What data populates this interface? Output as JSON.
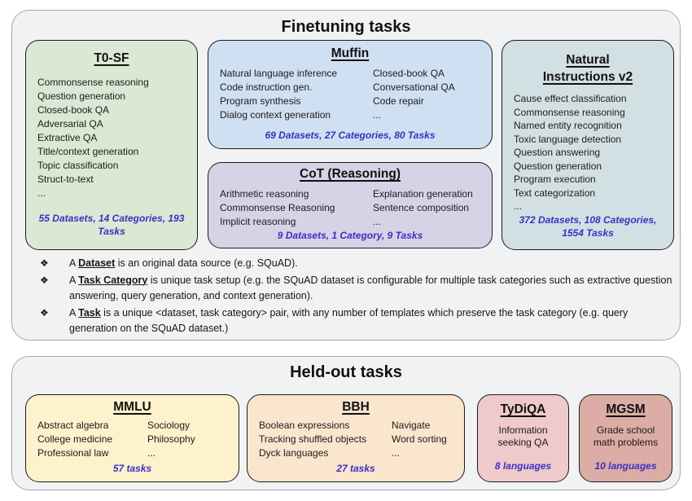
{
  "colors": {
    "stats_text": "#3a2fc5",
    "panel_bg": "#f1f2f3",
    "t0sf_bg": "#dbe8d4",
    "muffin_bg": "#cfe0f2",
    "cot_bg": "#d8d2e7",
    "niv2_bg": "#d3e0e3",
    "mmlu_bg": "#fdf2cb",
    "bbh_bg": "#fae5cd",
    "tydiqa_bg": "#eecaca",
    "mgsm_bg": "#dbada4"
  },
  "finetuning": {
    "title": "Finetuning tasks",
    "t0sf": {
      "title": "T0-SF",
      "items": [
        "Commonsense reasoning",
        "Question generation",
        "Closed-book QA",
        "Adversarial QA",
        "Extractive QA",
        "Title/context generation",
        "Topic classification",
        "Struct-to-text",
        "..."
      ],
      "stats": "55 Datasets, 14 Categories, 193 Tasks"
    },
    "muffin": {
      "title": "Muffin",
      "col1": [
        "Natural language inference",
        "Code instruction gen.",
        "Program synthesis",
        "Dialog context generation"
      ],
      "col2": [
        "Closed-book QA",
        "Conversational QA",
        "Code repair",
        "..."
      ],
      "stats": "69 Datasets, 27 Categories, 80 Tasks"
    },
    "cot": {
      "title": "CoT (Reasoning)",
      "col1": [
        "Arithmetic reasoning",
        "Commonsense Reasoning",
        "Implicit reasoning"
      ],
      "col2": [
        "Explanation generation",
        "Sentence composition",
        "..."
      ],
      "stats": "9 Datasets, 1 Category, 9 Tasks"
    },
    "niv2": {
      "title_line1": "Natural",
      "title_line2": "Instructions v2",
      "items": [
        "Cause effect classification",
        "Commonsense reasoning",
        "Named entity recognition",
        "Toxic language detection",
        "Question answering",
        "Question generation",
        "Program execution",
        "Text categorization",
        "..."
      ],
      "stats": "372 Datasets, 108 Categories, 1554 Tasks"
    },
    "notes": [
      {
        "bullet": "❖",
        "pre": "A ",
        "term": "Dataset",
        "rest": " is an original data source (e.g. SQuAD)."
      },
      {
        "bullet": "❖",
        "pre": "A ",
        "term": "Task Category",
        "rest": " is unique task setup (e.g. the SQuAD dataset is configurable for multiple task categories such as extractive question answering, query generation, and context generation)."
      },
      {
        "bullet": "❖",
        "pre": "A ",
        "term": "Task",
        "rest": " is a unique <dataset, task category> pair, with any number of templates which preserve the task category (e.g. query generation on the SQuAD dataset.)"
      }
    ]
  },
  "heldout": {
    "title": "Held-out tasks",
    "mmlu": {
      "title": "MMLU",
      "col1": [
        "Abstract algebra",
        "College medicine",
        "Professional law"
      ],
      "col2": [
        "Sociology",
        "Philosophy",
        "..."
      ],
      "stats": "57 tasks"
    },
    "bbh": {
      "title": "BBH",
      "col1": [
        "Boolean expressions",
        "Tracking shuffled objects",
        "Dyck languages"
      ],
      "col2": [
        "Navigate",
        "Word sorting",
        "..."
      ],
      "stats": "27 tasks"
    },
    "tydiqa": {
      "title": "TyDiQA",
      "desc": "Information seeking QA",
      "stats": "8 languages"
    },
    "mgsm": {
      "title": "MGSM",
      "desc": "Grade school math problems",
      "stats": "10 languages"
    }
  }
}
